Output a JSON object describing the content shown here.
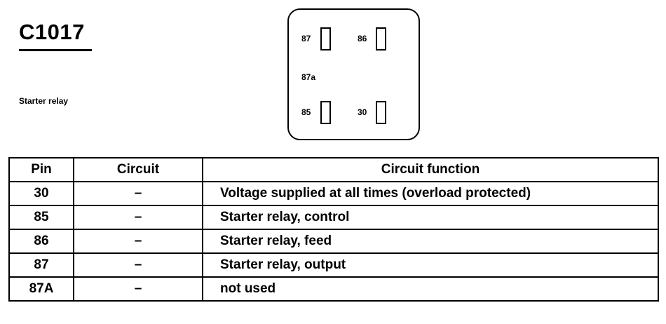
{
  "connector": {
    "id": "C1017",
    "description": "Starter relay"
  },
  "relay_diagram": {
    "pins": [
      {
        "label": "87"
      },
      {
        "label": "86"
      },
      {
        "label": "87a"
      },
      {
        "label": "85"
      },
      {
        "label": "30"
      }
    ]
  },
  "table": {
    "headers": {
      "pin": "Pin",
      "circuit": "Circuit",
      "function": "Circuit function"
    },
    "rows": [
      {
        "pin": "30",
        "circuit": "–",
        "function": "Voltage supplied at all times (overload protected)"
      },
      {
        "pin": "85",
        "circuit": "–",
        "function": "Starter relay, control"
      },
      {
        "pin": "86",
        "circuit": "–",
        "function": "Starter relay, feed"
      },
      {
        "pin": "87",
        "circuit": "–",
        "function": "Starter relay, output"
      },
      {
        "pin": "87A",
        "circuit": "–",
        "function": "not used"
      }
    ]
  }
}
